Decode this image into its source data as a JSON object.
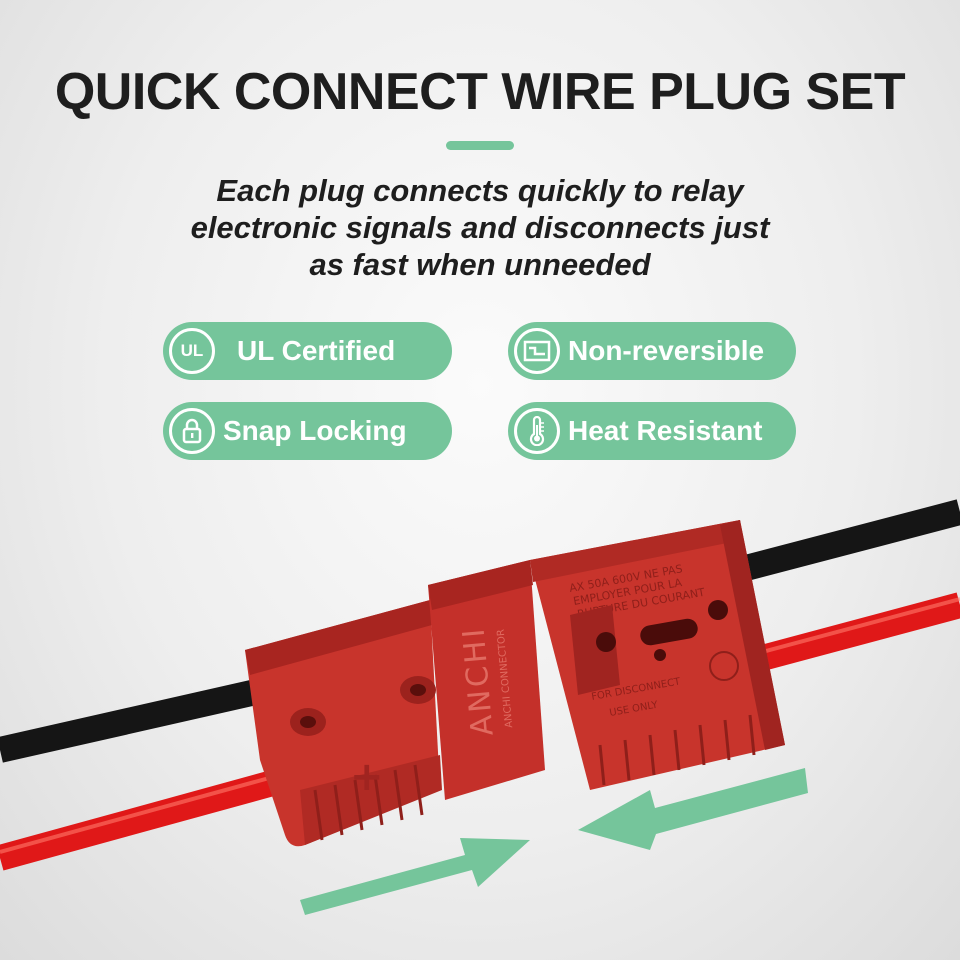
{
  "header": {
    "title": "QUICK CONNECT WIRE PLUG SET",
    "subtitle_lines": [
      "Each plug connects quickly to relay",
      "electronic signals and disconnects just",
      "as fast when unneeded"
    ]
  },
  "badges": [
    {
      "label": "UL Certified",
      "icon": "ul-mark-icon",
      "icon_text": "UL"
    },
    {
      "label": "Non-reversible",
      "icon": "non-reversible-icon"
    },
    {
      "label": "Snap Locking",
      "icon": "padlock-icon"
    },
    {
      "label": "Heat Resistant",
      "icon": "thermometer-icon"
    }
  ],
  "product": {
    "brand": "ANCHI",
    "brand_sub": "ANCHI CONNECTOR",
    "housing_text_lines": [
      "AX 50A 600V NE PAS",
      "EMPLOYER POUR LA",
      "RUPTURE DU COURANT"
    ],
    "warning_lines": [
      "FOR DISCONNECT",
      "USE ONLY"
    ],
    "polarity_mark": "+"
  },
  "colors": {
    "accent": "#75c59b",
    "title_text": "#1e1e1e",
    "connector_red": "#c8342c",
    "wire_red": "#e01818",
    "wire_black": "#151515"
  }
}
